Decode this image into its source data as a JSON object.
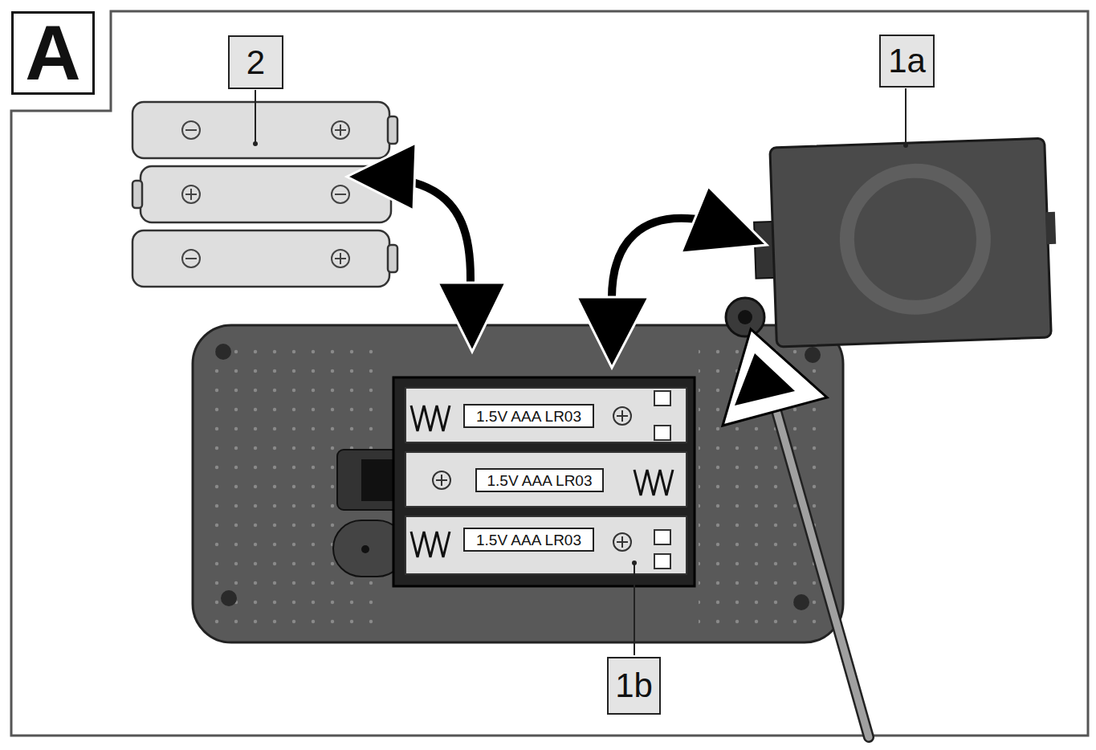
{
  "diagram": {
    "nodes": [
      {
        "text": [
          "A"
        ]
      },
      {
        "text": [
          "2"
        ]
      },
      {
        "text": [
          "1a"
        ]
      },
      {
        "text": [
          "1b"
        ]
      },
      {
        "text": [
          "1.5V AAA LR03"
        ]
      },
      {
        "text": [
          "1.5V AAA LR03"
        ]
      },
      {
        "text": [
          "1.5V AAA LR03"
        ]
      }
    ]
  }
}
